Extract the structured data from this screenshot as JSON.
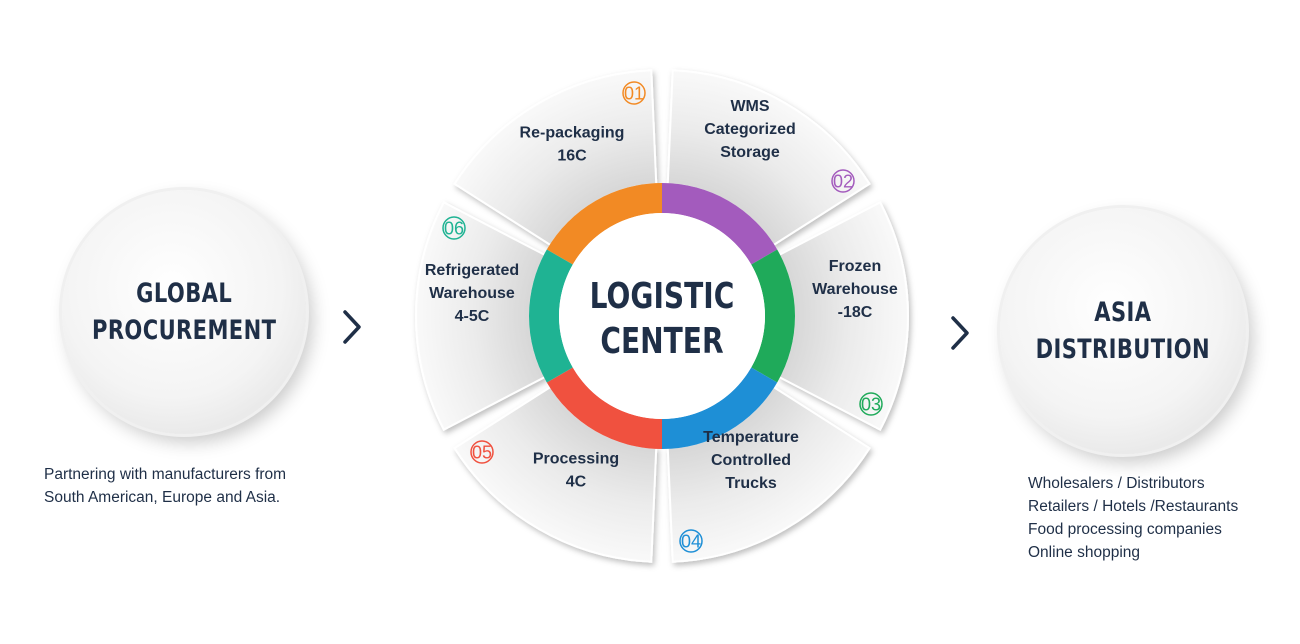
{
  "left": {
    "title_line1": "GLOBAL",
    "title_line2": "PROCUREMENT",
    "description_line1": "Partnering with manufacturers from",
    "description_line2": "South American, Europe and Asia."
  },
  "center": {
    "title_line1": "LOGISTIC",
    "title_line2": "CENTER"
  },
  "segments": [
    {
      "number": "01",
      "lines": [
        "Re-packaging",
        "16C"
      ],
      "color": "#f28a24"
    },
    {
      "number": "02",
      "lines": [
        "WMS",
        "Categorized",
        "Storage"
      ],
      "color": "#a35bbd"
    },
    {
      "number": "03",
      "lines": [
        "Frozen",
        "Warehouse",
        "-18C"
      ],
      "color": "#1faa5a"
    },
    {
      "number": "04",
      "lines": [
        "Temperature",
        "Controlled",
        "Trucks"
      ],
      "color": "#1e8fd6"
    },
    {
      "number": "05",
      "lines": [
        "Processing",
        "4C"
      ],
      "color": "#f0513f"
    },
    {
      "number": "06",
      "lines": [
        "Refrigerated",
        "Warehouse",
        "4-5C"
      ],
      "color": "#1fb393"
    }
  ],
  "right": {
    "title_line1": "ASIA",
    "title_line2": "DISTRIBUTION",
    "items": [
      "Wholesalers / Distributors",
      "Retailers / Hotels /Restaurants",
      "Food processing companies",
      "Online shopping"
    ]
  },
  "icons": {
    "arrow": "chevron-right-icon"
  }
}
